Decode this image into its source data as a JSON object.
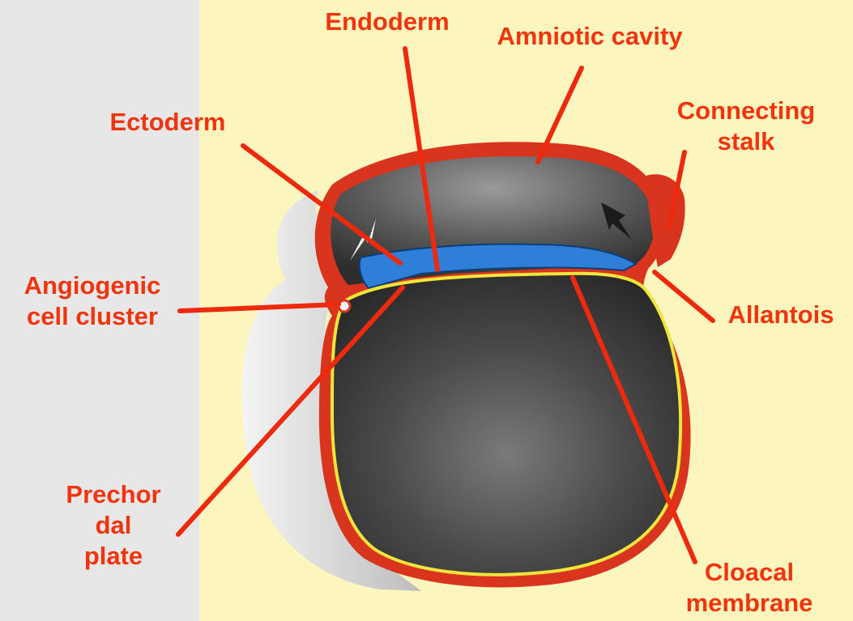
{
  "colors": {
    "left_strip": "#e7e7e7",
    "panel": "#fcf5bd",
    "label": "#f2340e",
    "leader": "#ee2a0e",
    "wall": "#d8341e",
    "yolk_lining": "#f0e53a",
    "ectoderm_blue": "#2f7fd8",
    "cavity_dark": "#4a4a4a",
    "cavity_light": "#f1f1f1"
  },
  "labels": {
    "endoderm": "Endoderm",
    "amniotic_cavity": "Amniotic cavity",
    "connecting_stalk": "Connecting\nstalk",
    "ectoderm": "Ectoderm",
    "angiogenic_cell_cluster": "Angiogenic\ncell cluster",
    "allantois": "Allantois",
    "prechordal_plate": "Prechor\ndal\nplate",
    "cloacal_membrane": "Cloacal\nmembrane"
  }
}
